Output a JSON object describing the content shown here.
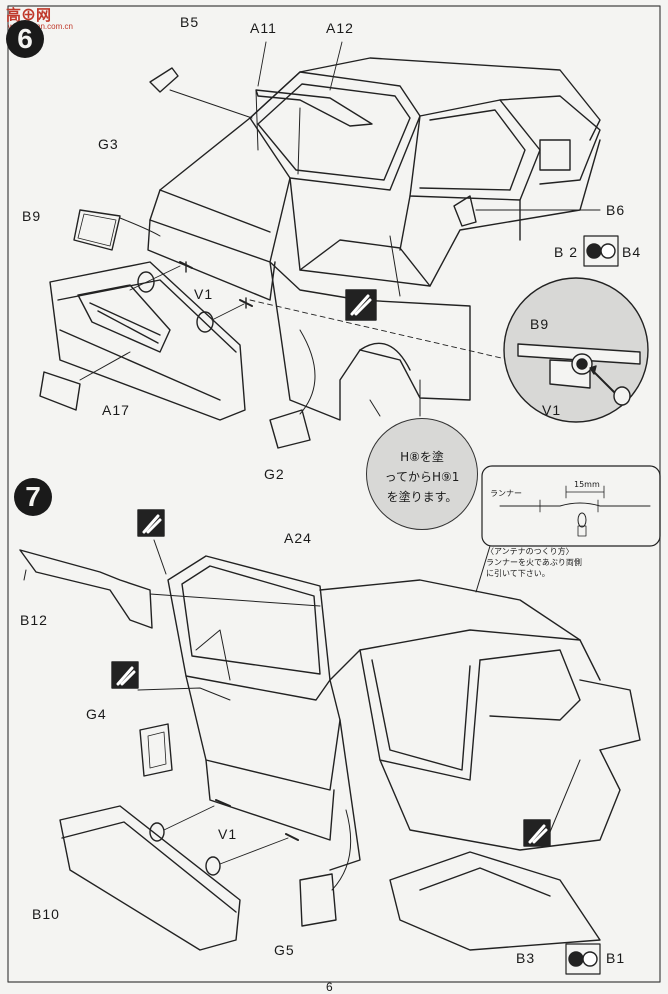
{
  "watermark": {
    "title": "高⊕网",
    "url": "www.nnnn.com.cn"
  },
  "step6": {
    "number": "6"
  },
  "step7": {
    "number": "7"
  },
  "labels": {
    "B5": "B5",
    "A11": "A11",
    "A12": "A12",
    "G3": "G3",
    "B9": "B9",
    "B6": "B6",
    "B2": "B 2",
    "B4": "B4",
    "V1a": "V1",
    "A17": "A17",
    "G2": "G2",
    "B9d": "B9",
    "V1d": "V1",
    "A24": "A24",
    "B12": "B12",
    "G4": "G4",
    "V1b": "V1",
    "B10": "B10",
    "G5": "G5",
    "B3": "B3",
    "B1": "B1"
  },
  "paint_note": {
    "line1": "H⑧を塗",
    "line2": "ってからH⑨1",
    "line3": "を塗ります。"
  },
  "antenna": {
    "runner": "ランナー",
    "length": "15mm",
    "note1": "〈アンテナのつくり方〉",
    "note2": "ランナーを火であぶり両側",
    "note3": "に引いて下さい。"
  },
  "page_number": "6"
}
